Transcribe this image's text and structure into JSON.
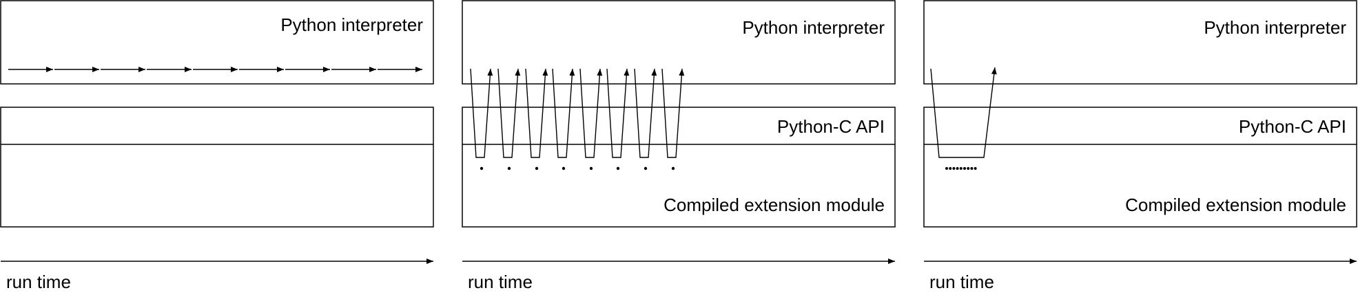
{
  "panels": [
    {
      "interpreter_label": "Python interpreter",
      "api_label": "",
      "module_label": "",
      "axis_label": "run time"
    },
    {
      "interpreter_label": "Python interpreter",
      "api_label": "Python-C API",
      "module_label": "Compiled extension module",
      "axis_label": "run time"
    },
    {
      "interpreter_label": "Python interpreter",
      "api_label": "Python-C API",
      "module_label": "Compiled extension module",
      "axis_label": "run time"
    }
  ],
  "colors": {
    "stroke": "#000000",
    "background": "#ffffff"
  }
}
